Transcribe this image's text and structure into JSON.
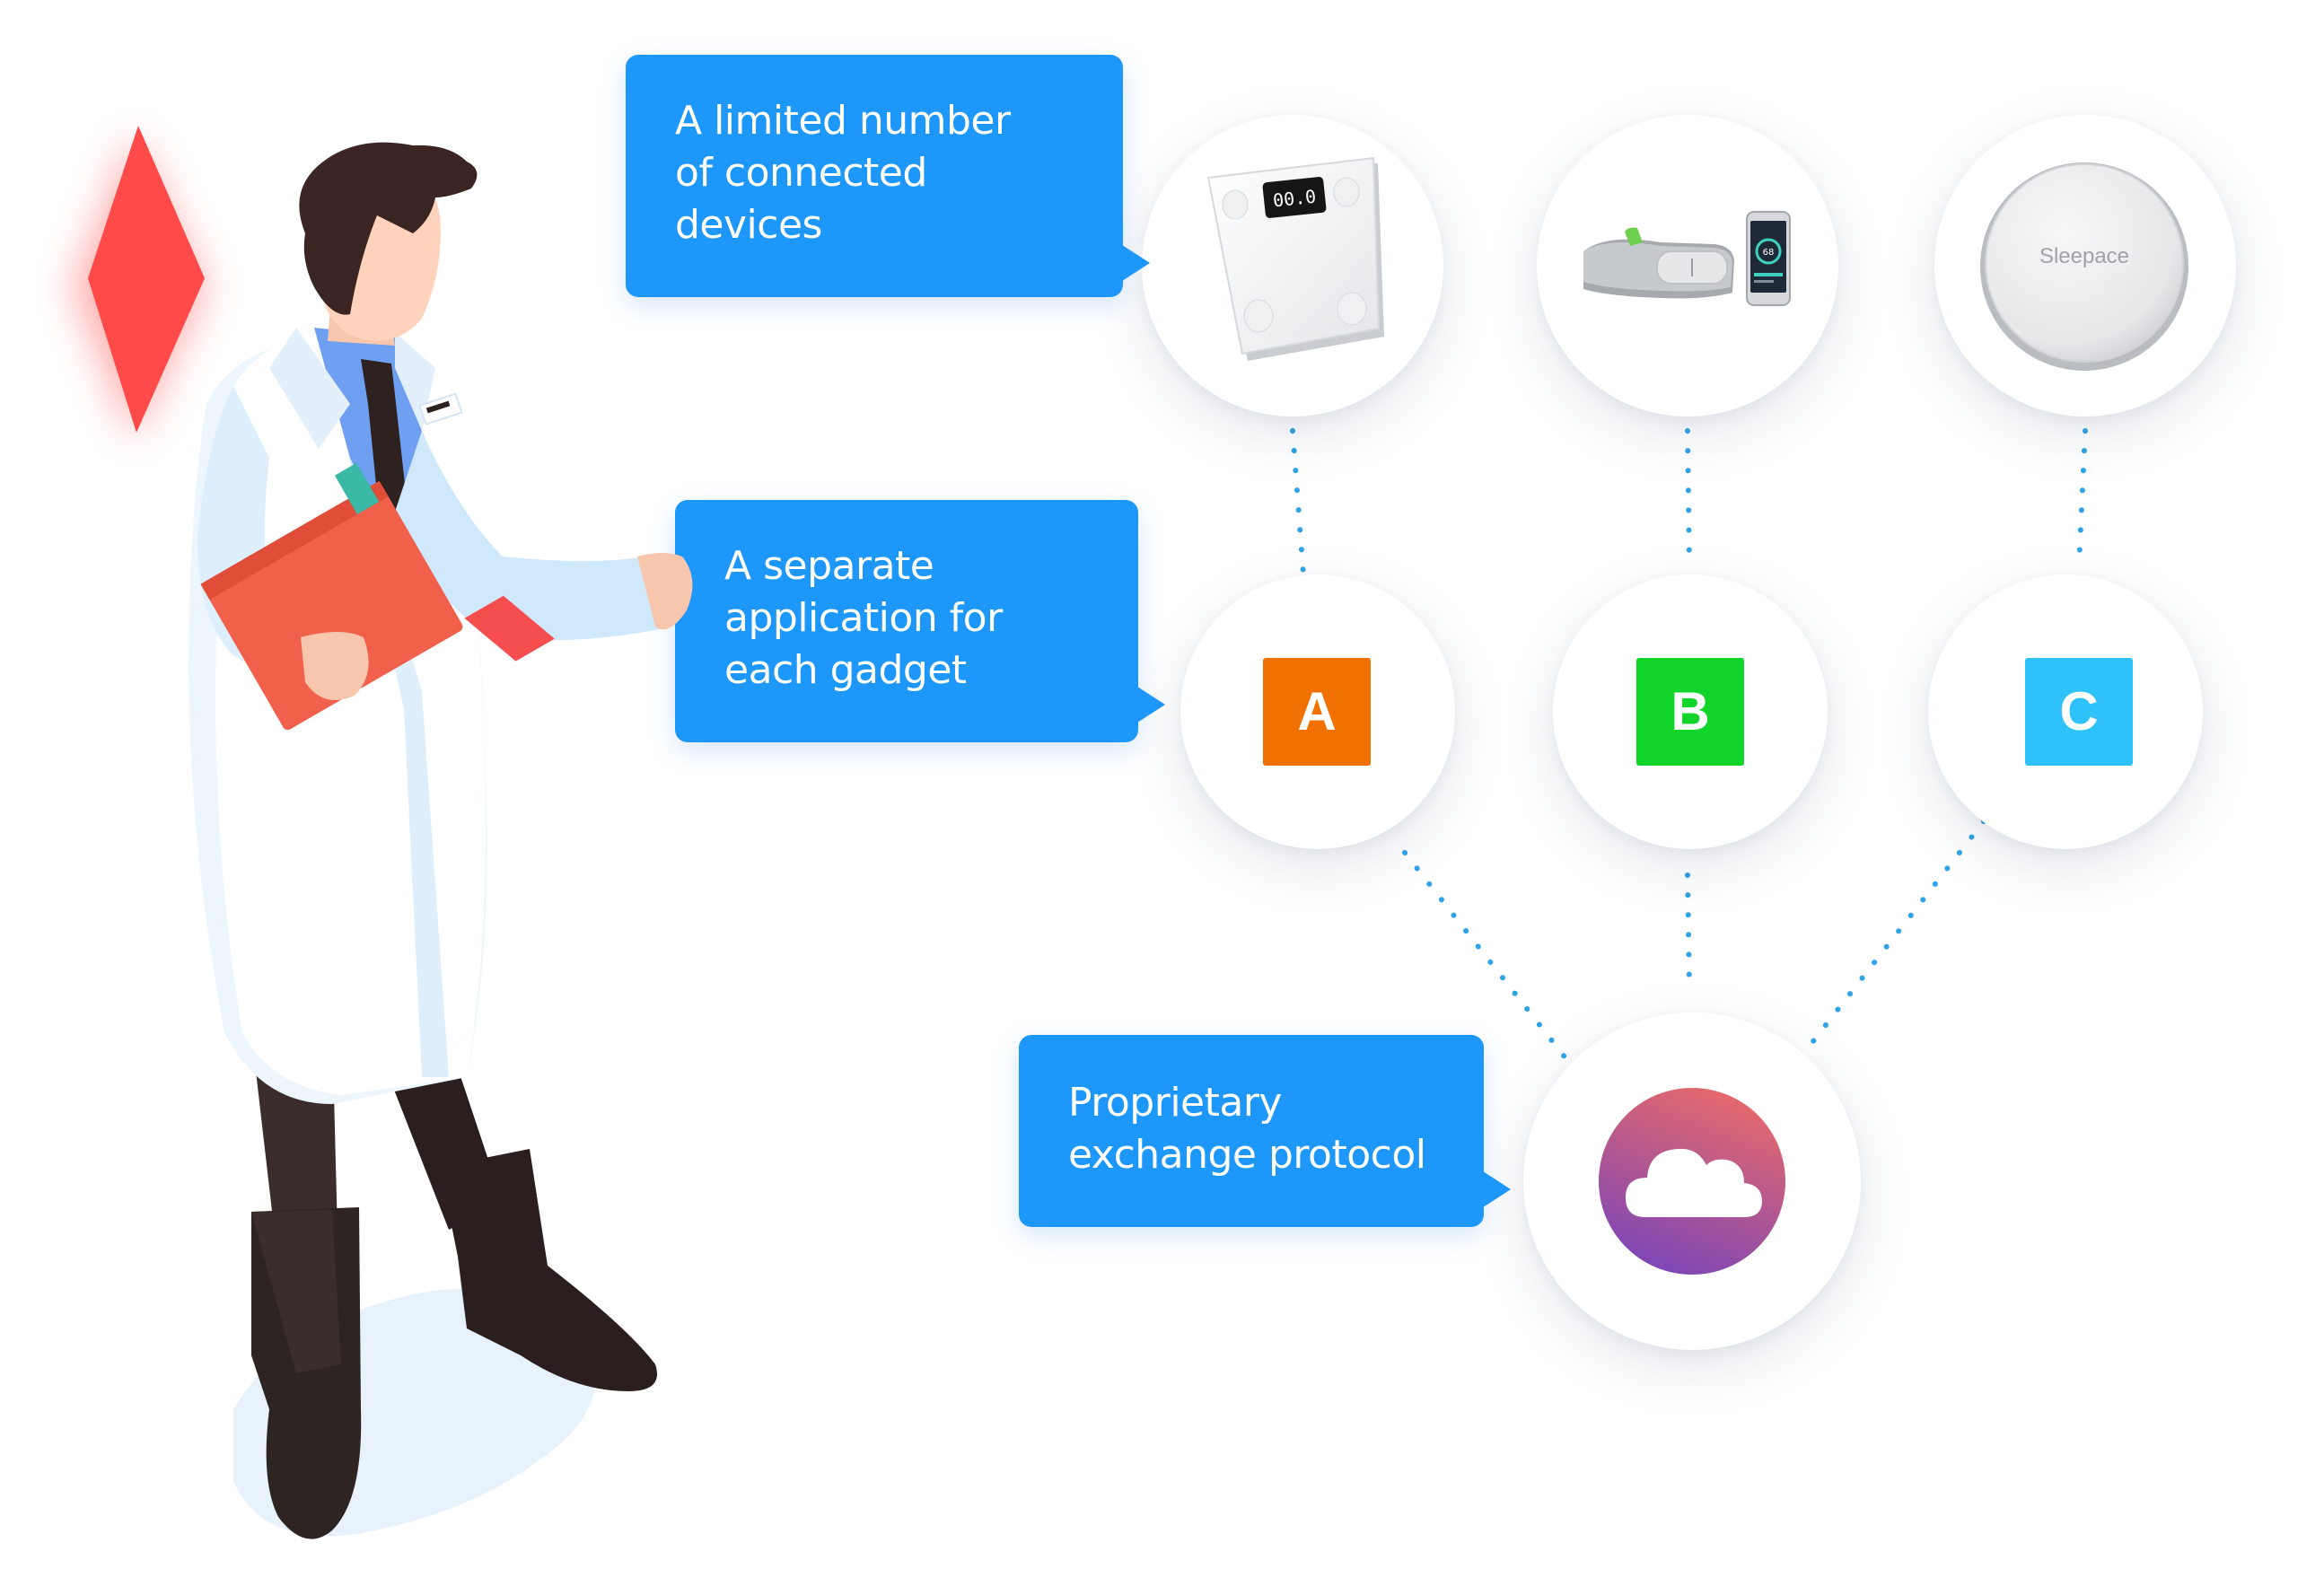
{
  "callouts": {
    "devices": "A limited number\nof connected\ndevices",
    "apps": "A separate\napplication for\neach gadget",
    "protocol": "Proprietary\nexchange protocol"
  },
  "apps": [
    {
      "label": "A",
      "color": "#f07000"
    },
    {
      "label": "B",
      "color": "#10d42a"
    },
    {
      "label": "C",
      "color": "#2fc2fa"
    }
  ],
  "devices": {
    "sleep_tracker_brand": "Sleepace",
    "scale_display": "00.0",
    "phone_readout": "68"
  },
  "colors": {
    "callout": "#1e97fa",
    "connector": "#2fa3e8",
    "cloud_gradient_start": "#e86a6a",
    "cloud_gradient_end": "#7c45b8",
    "warning_diamond": "#ff4a4a"
  }
}
